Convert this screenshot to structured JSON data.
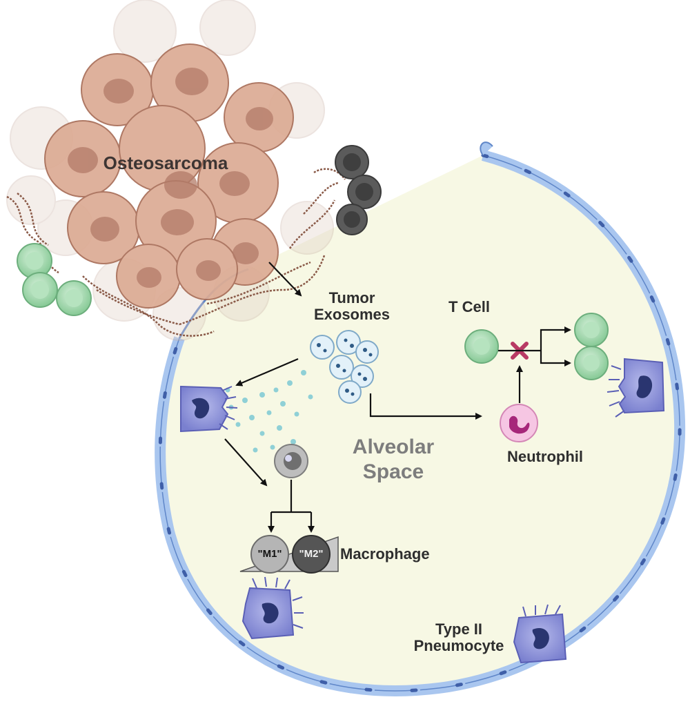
{
  "labels": {
    "tumor": "Osteosarcoma",
    "exosomes_line1": "Tumor",
    "exosomes_line2": "Exosomes",
    "t_cell": "T Cell",
    "neutrophil": "Neutrophil",
    "space_line1": "Alveolar",
    "space_line2": "Space",
    "macrophage": "Macrophage",
    "m1": "\"M1\"",
    "m2": "\"M2\"",
    "pneumocyte_line1": "Type II",
    "pneumocyte_line2": "Pneumocyte"
  },
  "colors": {
    "alveolus_fill": "#f7f8e4",
    "epithelium": "#a9c6ef",
    "epithelium_outline": "#5f86c8",
    "tumor_cell": "#d8a78f",
    "tumor_outline": "#a86d57",
    "collagen": "#8a5a48",
    "t_cell": "#a9dcb2",
    "neutrophil": "#f0b0d8",
    "macrophage_m1": "#b5b5b5",
    "macrophage_m2": "#555555",
    "exosome": "#d8ecf7",
    "exosome_dot": "#2f5b86",
    "pneumocyte": "#8a8fd6",
    "block_x": "#b83a64",
    "arrow": "#111111"
  }
}
